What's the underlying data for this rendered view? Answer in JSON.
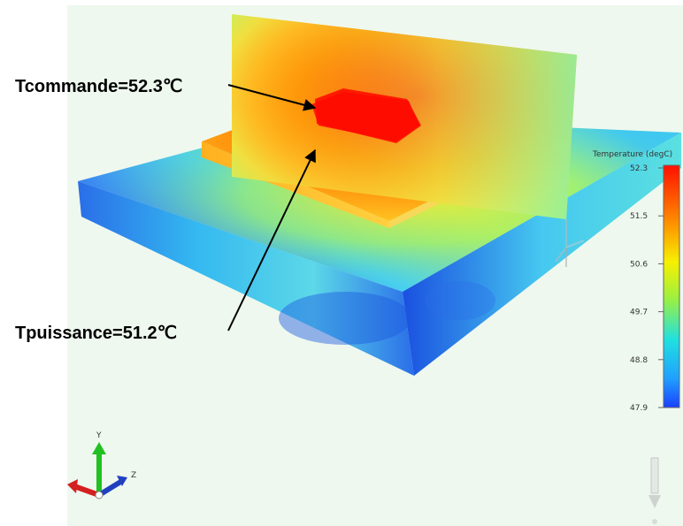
{
  "annotations": {
    "commande": "Tcommande=52.3℃",
    "puissance": "Tpuissance=51.2℃"
  },
  "legend": {
    "title": "Temperature (degC)",
    "ticks": [
      "52.3",
      "51.5",
      "50.6",
      "49.7",
      "48.8",
      "47.9"
    ],
    "min": 47.9,
    "max": 52.3
  },
  "axes": {
    "y_label": "Y",
    "z_label": "Z",
    "x_color": "#d42020",
    "y_color": "#22c022",
    "z_color": "#2040c0"
  },
  "colors": {
    "background": "#eef8ee",
    "hot": "#ff1a00",
    "cold": "#1e5fe0"
  }
}
